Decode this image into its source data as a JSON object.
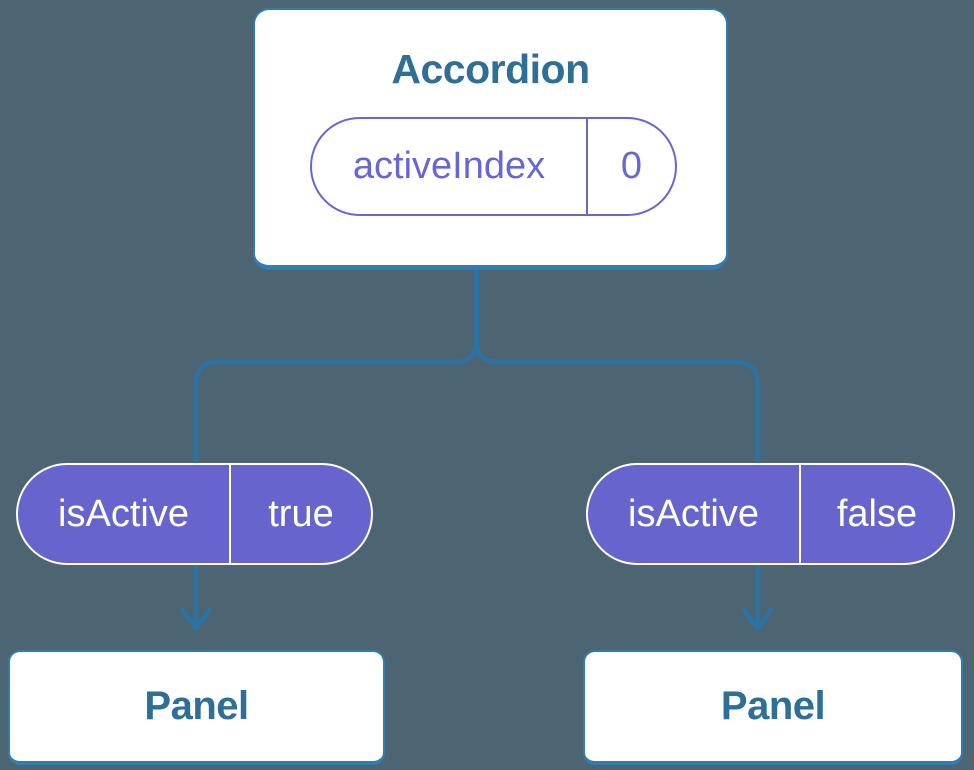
{
  "colors": {
    "bg": "#4d6572",
    "line": "#2b73a4",
    "border": "#2e7eb3",
    "heading": "#2d6f97",
    "purple-stroke": "#6767d4",
    "purple-fill": "#6765cd",
    "pill-divider": "#ffffff"
  },
  "accordion": {
    "title": "Accordion",
    "state": {
      "name": "activeIndex",
      "value": "0"
    }
  },
  "children": [
    {
      "prop": {
        "name": "isActive",
        "value": "true"
      },
      "label": "Panel"
    },
    {
      "prop": {
        "name": "isActive",
        "value": "false"
      },
      "label": "Panel"
    }
  ]
}
